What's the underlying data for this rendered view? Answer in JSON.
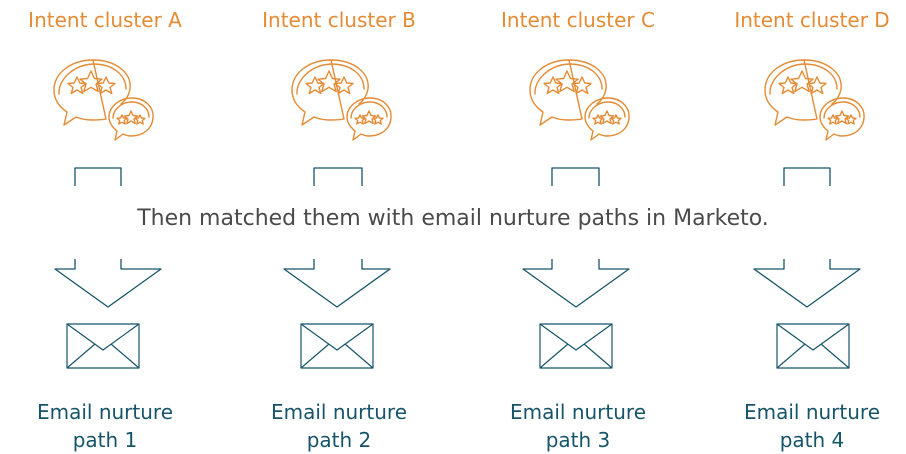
{
  "caption": "Then matched them with email nurture paths in Marketo.",
  "clusters": [
    {
      "label": "Intent cluster A",
      "path_line1": "Email nurture",
      "path_line2": "path 1"
    },
    {
      "label": "Intent cluster B",
      "path_line1": "Email nurture",
      "path_line2": "path 2"
    },
    {
      "label": "Intent cluster C",
      "path_line1": "Email nurture",
      "path_line2": "path 3"
    },
    {
      "label": "Intent cluster D",
      "path_line1": "Email nurture",
      "path_line2": "path 4"
    }
  ],
  "colors": {
    "cluster": "#e48b35",
    "path": "#16546a",
    "caption": "#4a4a4a"
  },
  "icons": {
    "cluster": "chat-bubbles-stars-icon",
    "arrow": "down-arrow-icon",
    "email": "envelope-icon"
  }
}
